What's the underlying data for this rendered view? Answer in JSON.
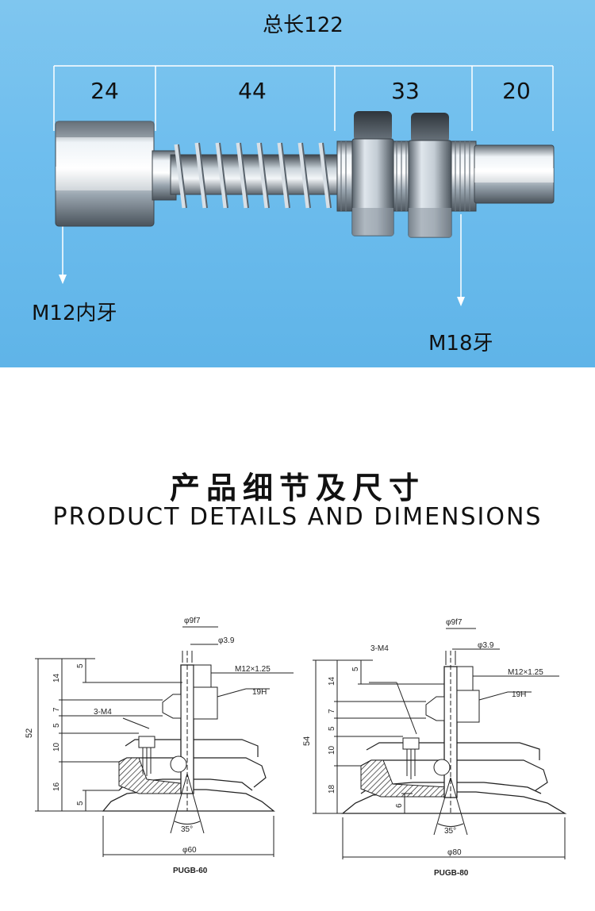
{
  "photo": {
    "total_label": "总长122",
    "segments": [
      "24",
      "44",
      "33",
      "20"
    ],
    "thread_left": "M12内牙",
    "thread_right": "M18牙"
  },
  "section": {
    "title_cn": "产品细节及尺寸",
    "title_en": "PRODUCT DETAILS AND DIMENSIONS"
  },
  "drawing_left": {
    "model": "PUGB-60",
    "phi_stem": "φ9f7",
    "phi_hole": "φ3.9",
    "thread": "M12×1.25",
    "nut": "19H",
    "screw": "3-M4",
    "overall": "52",
    "dims": [
      "14",
      "5",
      "7",
      "5",
      "10",
      "16",
      "5"
    ],
    "angle": "35°",
    "diameter": "φ60"
  },
  "drawing_right": {
    "model": "PUGB-80",
    "phi_stem": "φ9f7",
    "phi_hole": "φ3.9",
    "thread": "M12×1.25",
    "nut": "19H",
    "screw": "3-M4",
    "overall": "54",
    "dims": [
      "14",
      "5",
      "7",
      "5",
      "10",
      "18",
      "6"
    ],
    "angle": "35°",
    "diameter": "φ80"
  }
}
